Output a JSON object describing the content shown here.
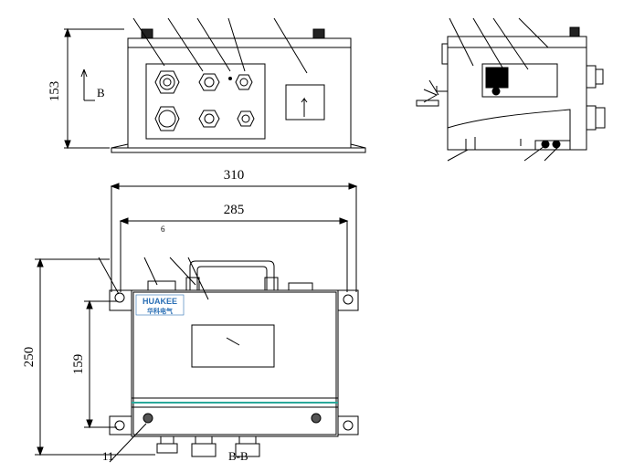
{
  "dimensions": {
    "height_top": "153",
    "width_overall": "310",
    "width_mount": "285",
    "height_overall": "250",
    "height_mount": "159"
  },
  "labels": {
    "section_marker": "B",
    "section_view": "B-B",
    "callout_6": "6",
    "callout_11": "11"
  },
  "logo": {
    "brand": "HUAKEE",
    "brand_cn": "华科电气",
    "color": "#2a6fb5"
  },
  "colors": {
    "line": "#000000",
    "accent_stripe": "#2aa89a"
  }
}
